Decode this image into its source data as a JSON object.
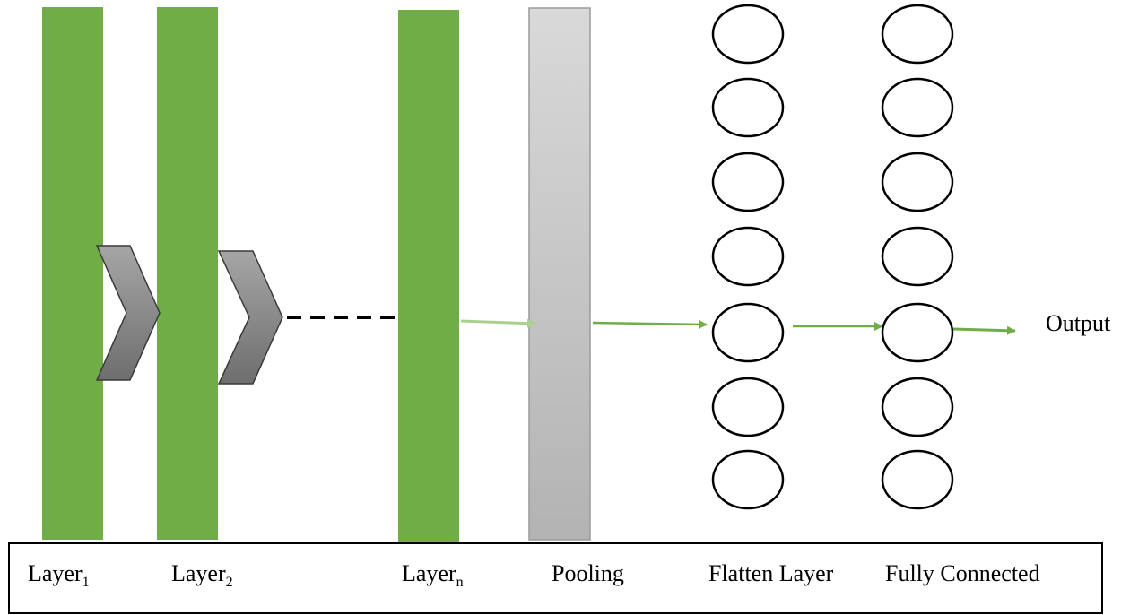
{
  "diagram": {
    "labels": {
      "layer1": "Layer",
      "layer1_sub": "1",
      "layer2": "Layer",
      "layer2_sub": "2",
      "layern": "Layer",
      "layern_sub": "n",
      "pooling": "Pooling",
      "flatten": "Flatten Layer",
      "fully_connected": "Fully Connected",
      "output": "Output"
    },
    "colors": {
      "conv_layer": "#70ad47",
      "pooling_top": "#d9d9d9",
      "pooling_bottom": "#b3b3b3",
      "chevron_top": "#a6a6a6",
      "chevron_bottom": "#6e6e6e",
      "arrow": "#70ad47",
      "node_stroke": "#000000"
    },
    "flatten_node_count": 7,
    "fc_node_count": 7
  }
}
